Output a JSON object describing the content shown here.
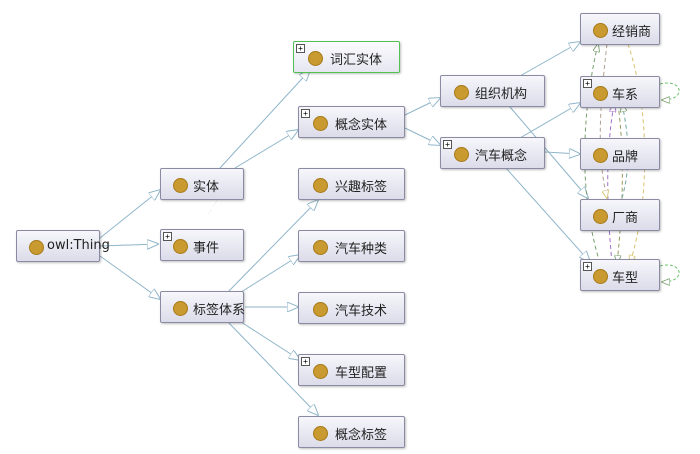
{
  "nodes": {
    "owl_thing": "owl:Thing",
    "entity": "实体",
    "event": "事件",
    "tag_system": "标签体系",
    "lexical_entity": "词汇实体",
    "concept_entity": "概念实体",
    "interest_tag": "兴趣标签",
    "car_type": "汽车种类",
    "car_tech": "汽车技术",
    "model_config": "车型配置",
    "concept_tag": "概念标签",
    "organization": "组织机构",
    "car_concept": "汽车概念",
    "dealer": "经销商",
    "series": "车系",
    "brand": "品牌",
    "manufacturer": "厂商",
    "model": "车型"
  },
  "colors": {
    "class_dot": "#c89a30",
    "edge": "#8fb5c9",
    "selected_border": "#4fc24f"
  },
  "icons": {
    "class": "class-dot-icon",
    "expand": "expand-plus-icon"
  }
}
